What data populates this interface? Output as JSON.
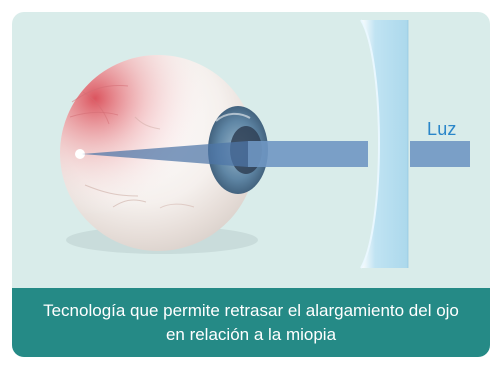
{
  "figure": {
    "light_label": "Luz",
    "caption": "Tecnología que permite retrasar el alargamiento del ojo en relación a la miopia",
    "colors": {
      "background": "#d9ecea",
      "caption_bg": "#258a86",
      "light_label": "#2a86c9",
      "light_beam": "#6f97c3",
      "lens": "#bfe3f3",
      "iris": "#4a6f8f"
    },
    "icons": [
      "eyeball-illustration",
      "contact-lens-illustration",
      "light-beam"
    ]
  }
}
